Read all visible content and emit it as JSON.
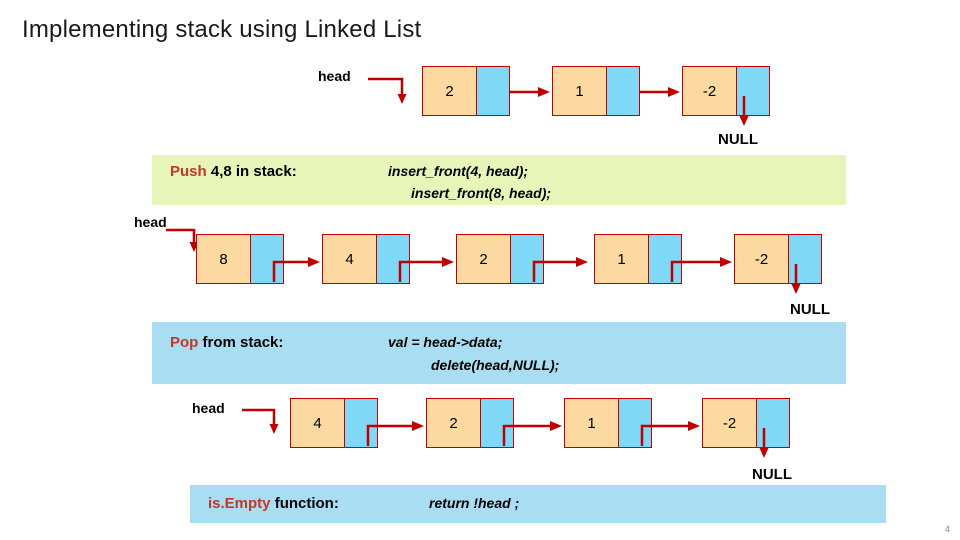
{
  "title": {
    "prefix": "Implementing stack using ",
    "highlight": "Linked List"
  },
  "labels": {
    "head": "head",
    "null": "NULL"
  },
  "rows": [
    {
      "name": "initial-list",
      "head_label": "head",
      "nodes": [
        {
          "value": "2"
        },
        {
          "value": "1"
        },
        {
          "value": "-2"
        }
      ],
      "null_label": "NULL"
    },
    {
      "name": "after-push-list",
      "head_label": "head",
      "nodes": [
        {
          "value": "8"
        },
        {
          "value": "4"
        },
        {
          "value": "2"
        },
        {
          "value": "1"
        },
        {
          "value": "-2"
        }
      ],
      "null_label": "NULL"
    },
    {
      "name": "after-pop-list",
      "head_label": "head",
      "nodes": [
        {
          "value": "4"
        },
        {
          "value": "2"
        },
        {
          "value": "1"
        },
        {
          "value": "-2"
        }
      ],
      "null_label": "NULL"
    }
  ],
  "bars": [
    {
      "name": "push-bar",
      "keyword": "Push",
      "rest": " 4,8 in stack:",
      "code_line1": "insert_front(4, head);",
      "code_line2": "insert_front(8, head);"
    },
    {
      "name": "pop-bar",
      "keyword": "Pop",
      "rest": " from stack:",
      "code_line1": "val = head->data;",
      "code_line2": "delete(head,NULL);"
    },
    {
      "name": "isempty-bar",
      "keyword": "is.Empty",
      "rest": " function:",
      "code_line1": "return !head ;",
      "code_line2": ""
    }
  ],
  "page_number": "4",
  "colors": {
    "data_cell": "#fbd9a0",
    "pointer_cell": "#7fd8f5",
    "node_border": "#c00000",
    "arrow": "#c00000",
    "push_bar": "#e8f5b8",
    "pop_bar": "#a9ddf2",
    "keyword": "#c0392b"
  }
}
